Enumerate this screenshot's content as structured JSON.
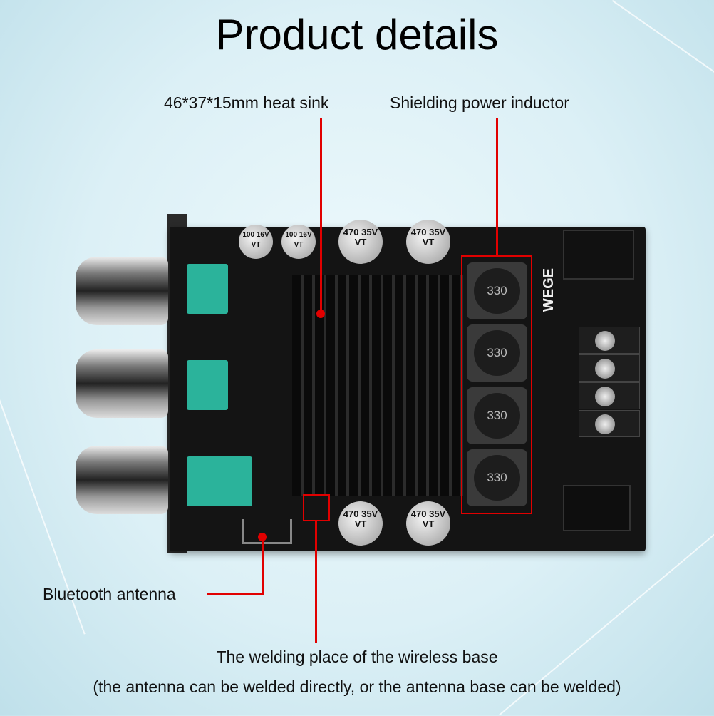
{
  "title": "Product details",
  "callouts": {
    "heat_sink": "46*37*15mm heat sink",
    "inductor": "Shielding power inductor",
    "antenna": "Bluetooth antenna",
    "welding_line1": "The welding place of the wireless base",
    "welding_line2": "(the antenna can be welded directly, or the antenna base can be welded)"
  },
  "board": {
    "brand": "WEGE",
    "capacitors": [
      "100 16V VT",
      "100 16V VT",
      "470 35V VT",
      "470 35V VT",
      "470 35V VT",
      "470 35V VT"
    ],
    "inductor_marks": [
      "330",
      "330",
      "330",
      "330"
    ]
  },
  "colors": {
    "callout": "#e10000",
    "pcb": "#141414"
  }
}
